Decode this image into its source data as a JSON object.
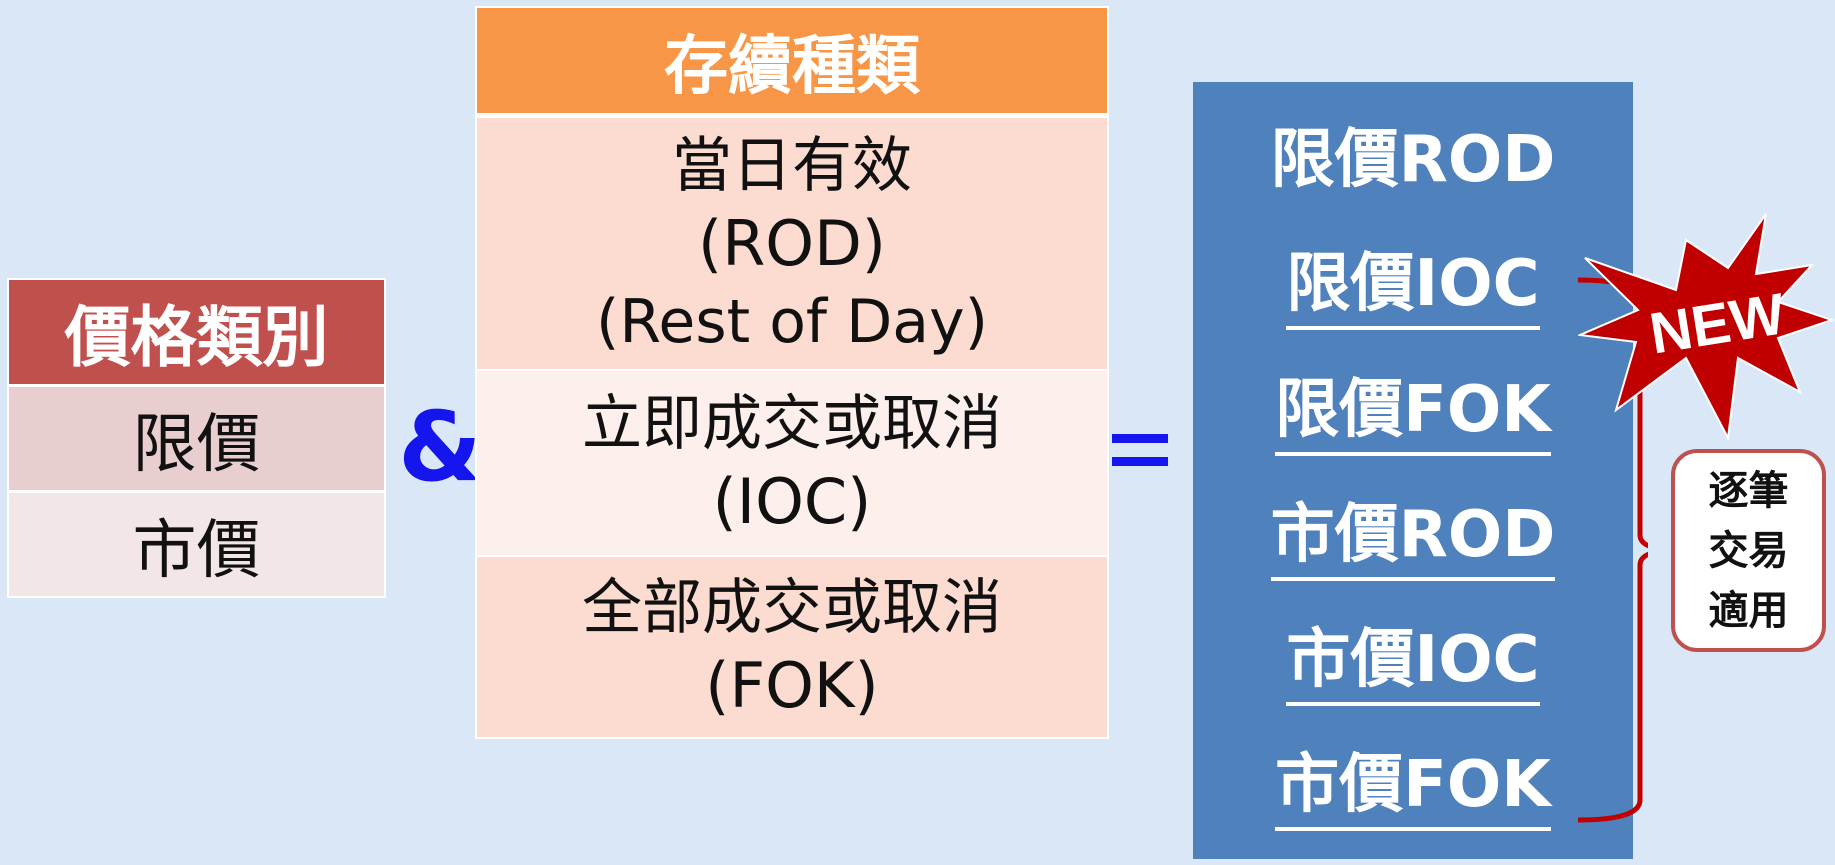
{
  "price_type": {
    "header": "價格類別",
    "rows": [
      "限價",
      "市價"
    ]
  },
  "ampersand": "&",
  "duration": {
    "header": "存續種類",
    "rows": [
      {
        "lines": [
          "當日有效",
          "(ROD)",
          "(Rest of Day)"
        ]
      },
      {
        "lines": [
          "立即成交或取消",
          "(IOC)"
        ]
      },
      {
        "lines": [
          "全部成交或取消",
          "(FOK)"
        ]
      }
    ]
  },
  "result": {
    "items": [
      {
        "label": "限價ROD",
        "underlined": false
      },
      {
        "label": "限價IOC",
        "underlined": true
      },
      {
        "label": "限價FOK",
        "underlined": true
      },
      {
        "label": "市價ROD",
        "underlined": true
      },
      {
        "label": "市價IOC",
        "underlined": true
      },
      {
        "label": "市價FOK",
        "underlined": true
      }
    ]
  },
  "badge": {
    "label": "NEW"
  },
  "note": {
    "lines": [
      "逐筆",
      "交易",
      "適用"
    ]
  },
  "colors": {
    "background": "#d9e7f7",
    "price_header": "#c0504d",
    "duration_header": "#f79646",
    "result_panel": "#4f81bd",
    "operator_blue": "#1515ee",
    "badge_red": "#c00000"
  }
}
